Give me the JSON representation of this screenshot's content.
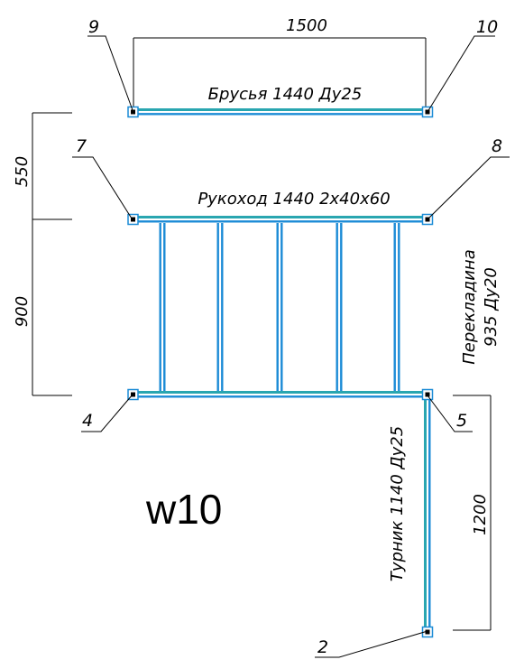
{
  "diagram": {
    "nodes": [
      {
        "id": "9",
        "label": "9"
      },
      {
        "id": "10",
        "label": "10"
      },
      {
        "id": "7",
        "label": "7"
      },
      {
        "id": "8",
        "label": "8"
      },
      {
        "id": "4",
        "label": "4"
      },
      {
        "id": "5",
        "label": "5"
      },
      {
        "id": "2",
        "label": "2"
      }
    ],
    "members": {
      "bars": "Брусья 1440 Ду25",
      "monkey_bars": "Рукоход 1440 2x40x60",
      "crossbar_line1": "Перекладина",
      "crossbar_line2": "935 Ду20",
      "pullup_bar": "Турник 1140 Ду25"
    },
    "dimensions": {
      "top_width": "1500",
      "upper_height": "550",
      "middle_height": "900",
      "right_height": "1200"
    },
    "mark": "w10",
    "colors": {
      "pipe": "#1b8bd6",
      "pipe_top": "#29a6b0"
    }
  }
}
